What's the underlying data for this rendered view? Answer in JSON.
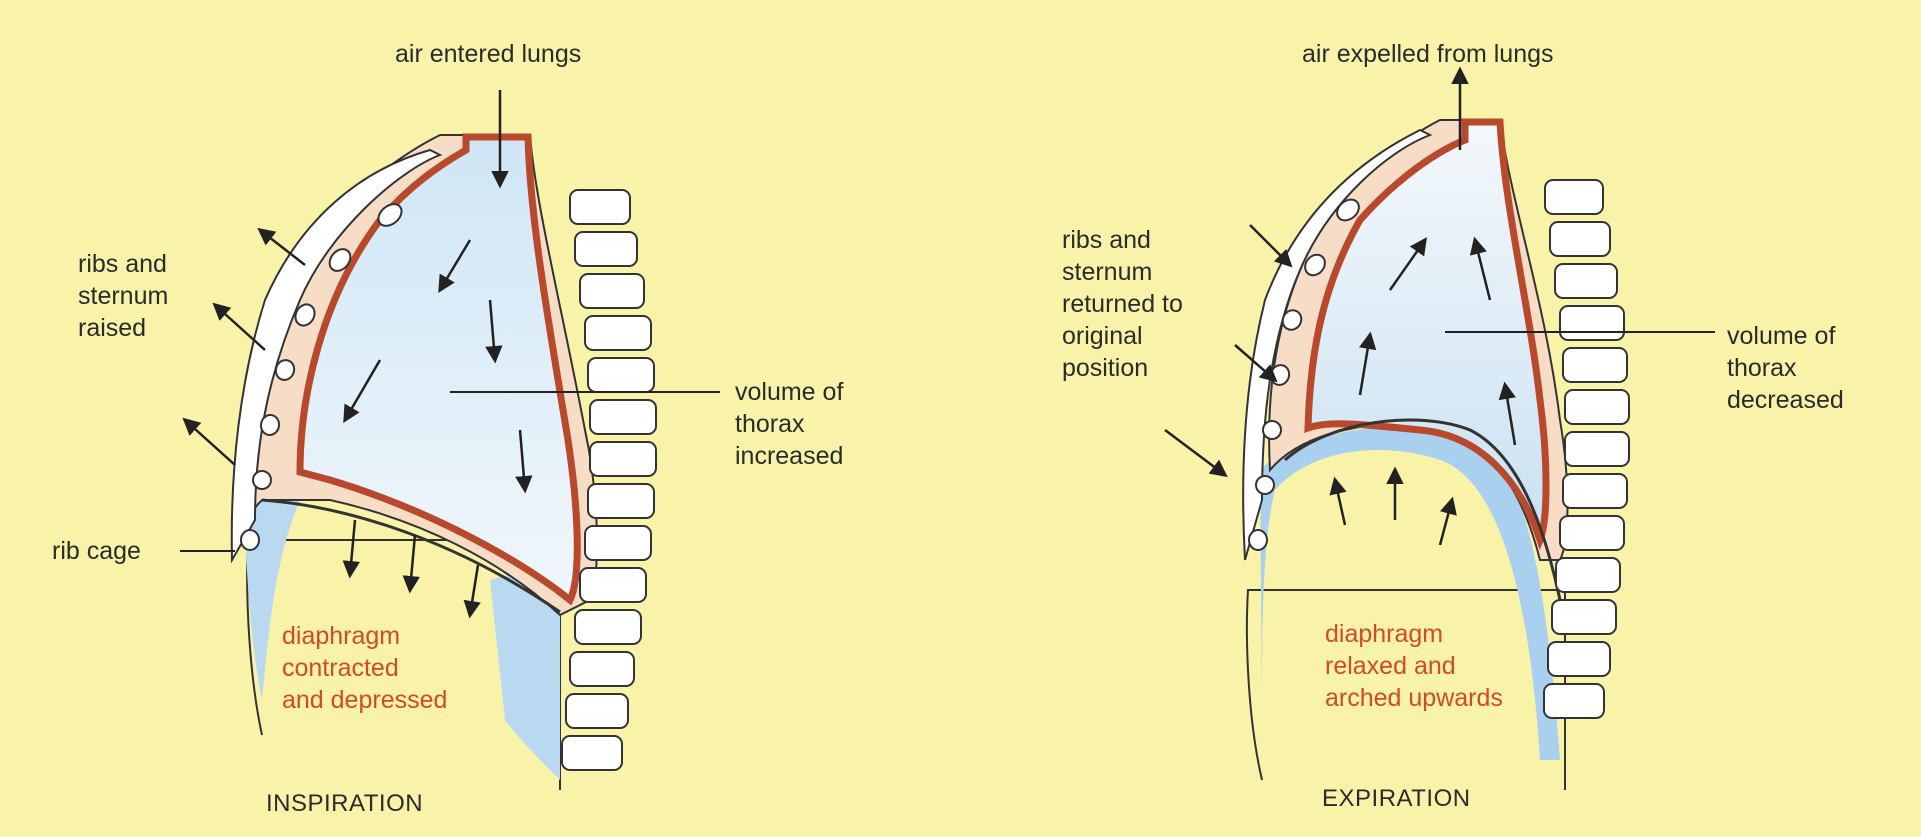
{
  "panels": [
    {
      "id": "inspiration",
      "title": "INSPIRATION",
      "labels": {
        "airflow": "air entered lungs",
        "ribs": "ribs and\nsternum\nraised",
        "volume": "volume of\nthorax\nincreased",
        "rib_cage": "rib cage",
        "diaphragm": "diaphragm\ncontracted\nand depressed"
      }
    },
    {
      "id": "expiration",
      "title": "EXPIRATION",
      "labels": {
        "airflow": "air expelled from lungs",
        "ribs": "ribs and\nsternum\nreturned to\noriginal\nposition",
        "volume": "volume of\nthorax\ndecreased",
        "diaphragm": "diaphragm\nrelaxed and\narched upwards"
      }
    }
  ],
  "colors": {
    "background": "#f8f3a8",
    "lung": "#dcecf7",
    "diaphragm_label": "#d24a2a",
    "pleura": "#c8583a",
    "bone": "#ffffff"
  }
}
